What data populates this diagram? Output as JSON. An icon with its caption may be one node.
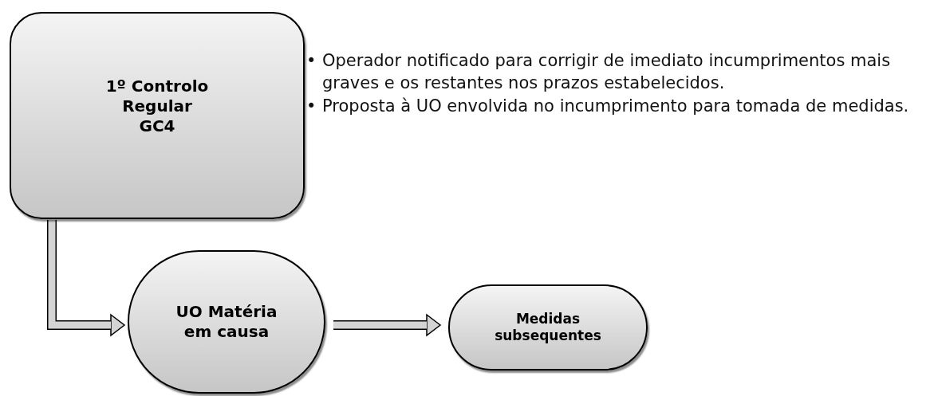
{
  "diagram": {
    "nodes": [
      {
        "text": [
          "1º Controlo Regular GC4"
        ]
      },
      {
        "text": [
          "UO Matéria em causa"
        ]
      },
      {
        "text": [
          "Medidas subsequentes"
        ]
      }
    ],
    "edges": [
      {
        "from": 0,
        "to": 1,
        "arrow": "to"
      },
      {
        "from": 1,
        "to": 2,
        "arrow": "to"
      }
    ],
    "labels": [
      "•",
      "Operador notificado para corrigir de imediato incumprimentos mais graves e os restantes nos prazos estabelecidos.",
      "•",
      "Proposta à UO envolvida no incumprimento para tomada de medidas."
    ]
  }
}
